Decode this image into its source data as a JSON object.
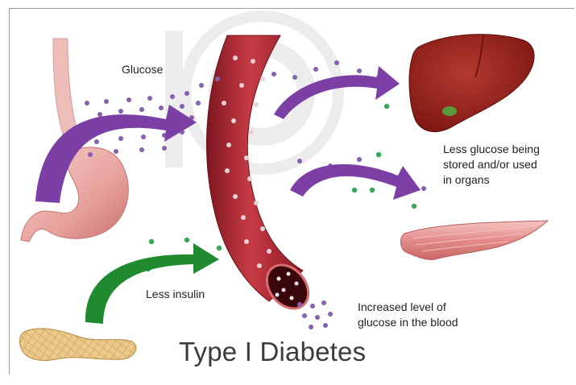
{
  "labels": {
    "glucose": "Glucose",
    "less_insulin": "Less insulin",
    "organs": "Less glucose being\nstored and/or used\nin organs",
    "blood": "Increased level of\nglucose in the blood",
    "title": "Type I Diabetes"
  },
  "colors": {
    "arrow_glucose": "#7b3fa5",
    "arrow_insulin": "#1f8a2e",
    "vessel": "#a8262f",
    "liver": "#8f1f1a",
    "stomach": "#e9a9a4",
    "muscle": "#e2908f",
    "pancreas": "#e3bf79",
    "glucose_dot": "#8560b0",
    "insulin_dot": "#37a855"
  }
}
